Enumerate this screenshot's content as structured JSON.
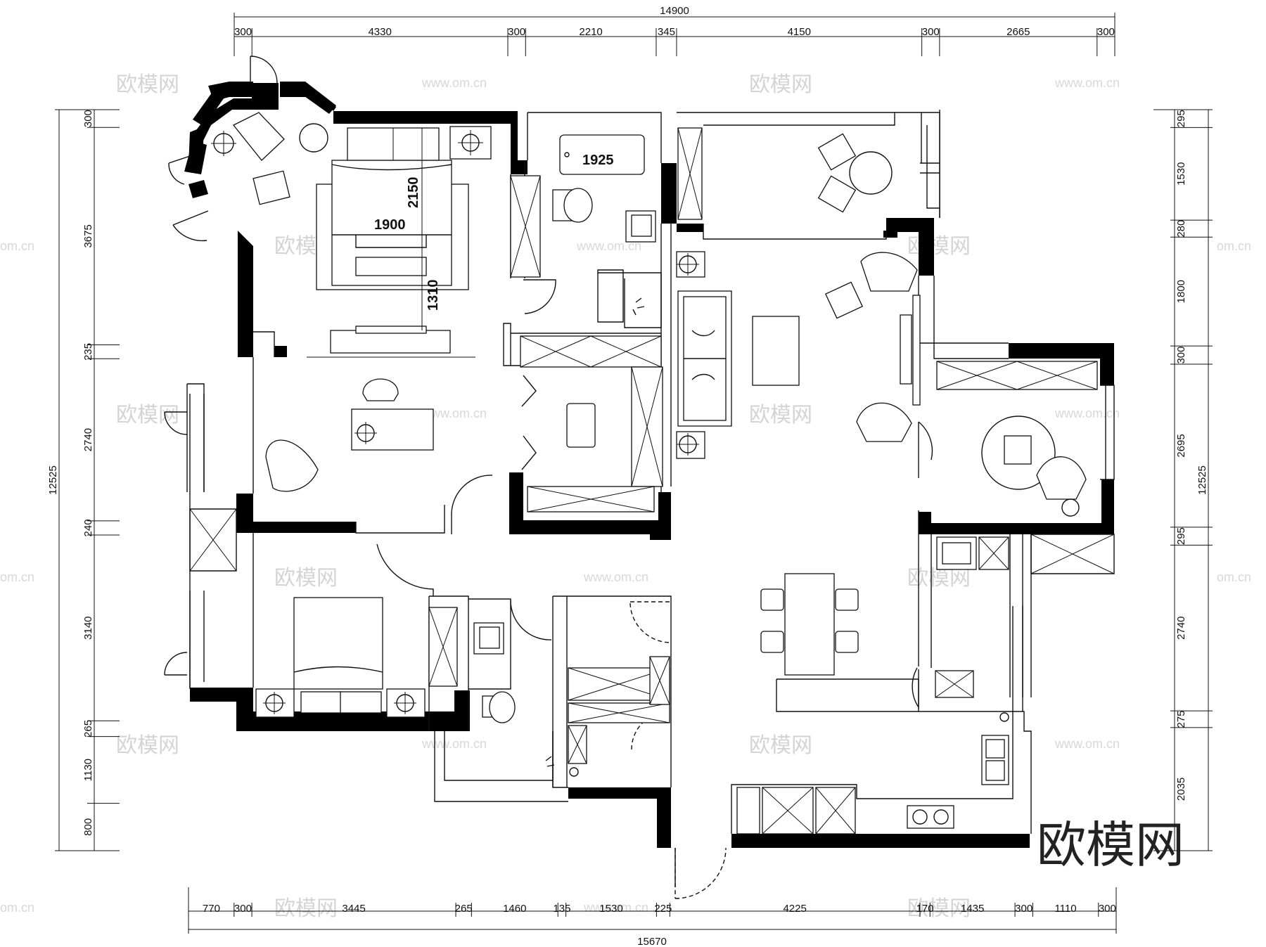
{
  "colors": {
    "wall": "#000000",
    "line": "#111111",
    "watermark": "#d4d4d4",
    "background": "#ffffff"
  },
  "dimensions": {
    "top_total": "14900",
    "top": [
      "300",
      "4330",
      "300",
      "2210",
      "345",
      "4150",
      "300",
      "2665",
      "300"
    ],
    "bottom_total": "15670",
    "bottom": [
      "770",
      "300",
      "3445",
      "265",
      "1460",
      "135",
      "1530",
      "225",
      "4225",
      "170",
      "1435",
      "300",
      "1110",
      "300"
    ],
    "left_total": "12525",
    "left": [
      "300",
      "3675",
      "235",
      "2740",
      "240",
      "3140",
      "265",
      "1130",
      "800"
    ],
    "right_total": "12525",
    "right": [
      "295",
      "1530",
      "280",
      "1800",
      "300",
      "2695",
      "295",
      "2740",
      "275",
      "2035"
    ]
  },
  "furniture_dims": [
    "1925",
    "2150",
    "1900",
    "1310"
  ],
  "watermark": {
    "brand": "欧模网",
    "url": "www.om.cn",
    "url_short": "om.cn"
  },
  "logo": "欧模网"
}
